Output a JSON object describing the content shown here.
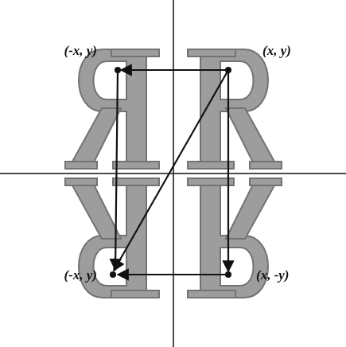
{
  "diagram": {
    "labels": [
      "(-x, y)",
      "(x, y)",
      "(-x, y)",
      "(x, -y)"
    ]
  }
}
